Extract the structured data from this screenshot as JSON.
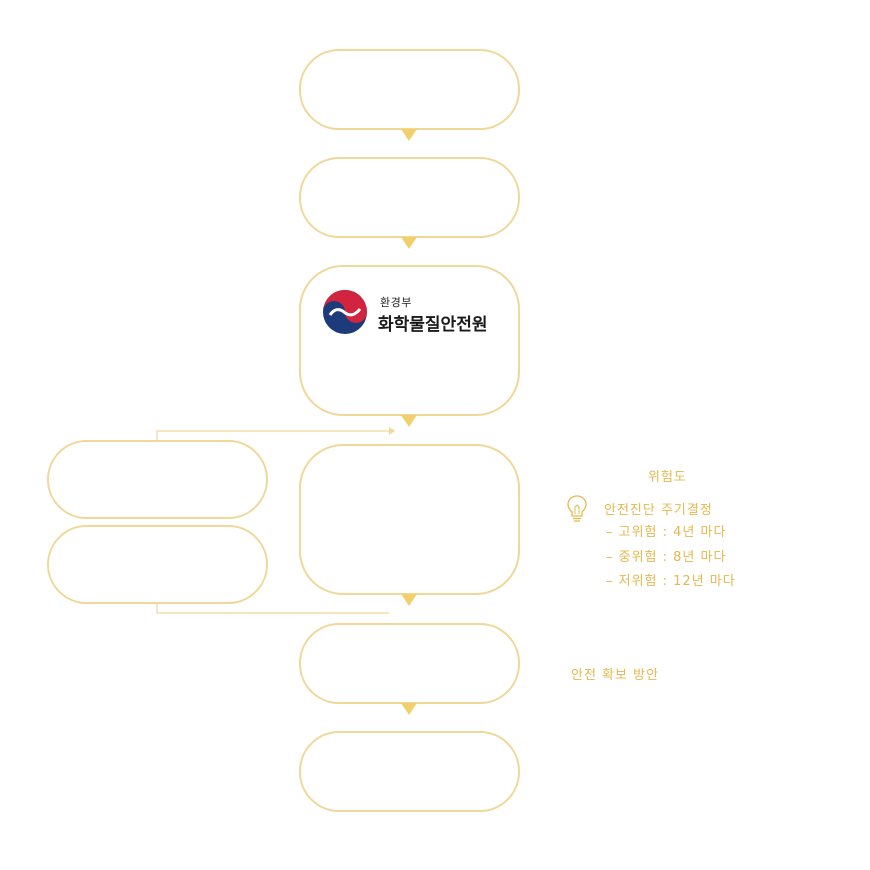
{
  "logo": {
    "ministry": "환경부",
    "agency": "화학물질안전원",
    "colors": {
      "red": "#d0243f",
      "blue": "#1d3a7a",
      "outline": "#ffffff"
    }
  },
  "risk_panel": {
    "title": "위험도",
    "icon": "lightbulb-icon",
    "label": "안전진단 주기결정",
    "items": [
      "– 고위험 : 4년 마다",
      "– 중위험 : 8년 마다",
      "– 저위험 : 12년 마다"
    ]
  },
  "safety_label": "안전 확보 방안",
  "colors": {
    "box_border": "#f0d79a",
    "arrow": "#f0cf6c",
    "connector": "#f0d79a",
    "text_accent": "#e6b84f"
  }
}
